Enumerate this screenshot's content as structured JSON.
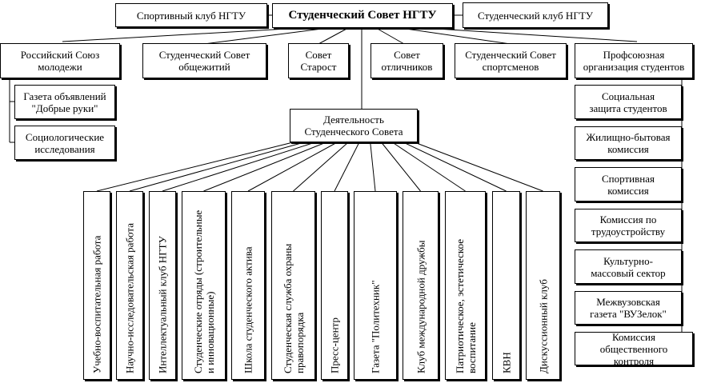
{
  "top": {
    "center": "Студенческий Совет НГТУ",
    "left": "Спортивный клуб НГТУ",
    "right": "Студенческий клуб НГТУ"
  },
  "row2": {
    "rsm": "Российский Союз\nмолодежи",
    "dorm": "Студенческий Совет\nобщежитий",
    "starost": "Совет\nСтарост",
    "excellent": "Совет\nотличников",
    "sports": "Студенческий Совет\nспортсменов",
    "union": "Профсоюзная\nорганизация студентов"
  },
  "left_col": {
    "newspaper": "Газета объявлений\n\"Добрые руки\"",
    "sociology": "Социологические\nисследования"
  },
  "activity": "Деятельность\nСтуденческого Совета",
  "activities": [
    "Учебно-воспитательная работа",
    "Научно-исследовательская работа",
    "Интеллектуальный клуб НГТУ",
    "Студенческие отряды (строительные\nи инновационные)",
    "Школа студенческого актива",
    "Студенческая служба охраны\nправопорядка",
    "Пресс-центр",
    "Газета \"Политехник\"",
    "Клуб международной дружбы",
    "Патриотическое, эстетическое\nвоспитание",
    "КВН",
    "Дискуссионный клуб"
  ],
  "union_items": [
    "Социальная\nзащита студентов",
    "Жилищно-бытовая\nкомиссия",
    "Спортивная\nкомиссия",
    "Комиссия по\nтрудоустройству",
    "Культурно-\nмассовый сектор",
    "Межвузовская\nгазета \"ВУЗелок\"",
    "Комиссия общественного\nконтроля"
  ]
}
